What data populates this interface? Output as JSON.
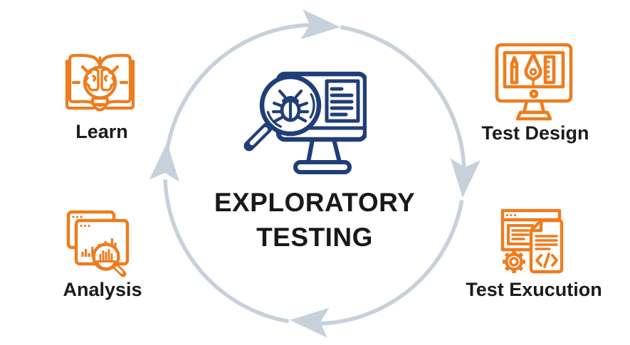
{
  "diagram": {
    "title_line1": "EXPLORATORY",
    "title_line2": "TESTING",
    "center_icon": "bug-magnifier-monitor-icon",
    "stages": [
      {
        "label": "Learn",
        "icon": "book-brain-lightbulb-icon",
        "position": "top-left"
      },
      {
        "label": "Test Design",
        "icon": "design-monitor-icon",
        "position": "top-right"
      },
      {
        "label": "Test Exucution",
        "icon": "code-execution-window-icon",
        "position": "bottom-right"
      },
      {
        "label": "Analysis",
        "icon": "analytics-magnifier-window-icon",
        "position": "bottom-left"
      }
    ],
    "colors": {
      "orange": "#EE7C1E",
      "navy": "#203E78",
      "cycle_arrow": "#C7D1DB",
      "text": "#1B1B1B",
      "background": "#FFFFFF"
    }
  }
}
